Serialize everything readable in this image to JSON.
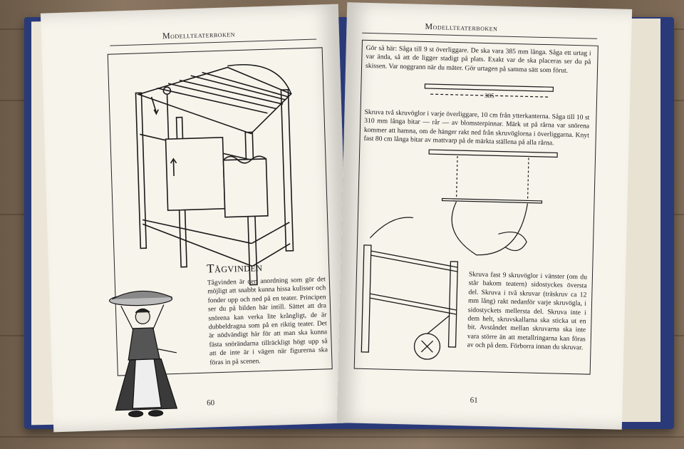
{
  "book": {
    "running_head_left": "Modellteaterboken",
    "running_head_right": "Modellteaterboken",
    "page_left_number": "60",
    "page_right_number": "61"
  },
  "left_page": {
    "heading": "Tågvinden",
    "paragraph": "Tågvinden är den anordning som gör det möjligt att snabbt kunna hissa kulisser och fonder upp och ned på en teater. Principen ser du på bilden här intill. Sättet att dra snörena kan verka lite krångligt, de är dubbeldragna som på en riktig teater. Det är nödvändigt här för att man ska kunna fästa snörändarna tillräckligt högt upp så att de inte är i vägen när figurerna ska föras in på scenen."
  },
  "right_page": {
    "step1": "Gör så här: Såga till 9 st överliggare. De ska vara 385 mm långa. Såga ett urtag i var ända, så att de ligger stadigt på plats. Exakt var de ska placeras ser du på skissen. Var noggrann när du mäter. Gör urtagen på samma sätt som förut.",
    "dimension_label": "385",
    "step2": "Skruva två skruvöglor i varje överliggare, 10 cm från ytterkanterna. Såga till 10 st 310 mm långa bitar — rår — av blomsterpinnar. Märk ut på rårna var snörena kommer att hamna, om de hänger rakt ned från skruvöglorna i överliggarna. Knyt fast 80 cm långa bitar av mattvarp på de märkta ställena på alla rårna.",
    "step3": "Skruva fast 9 skruvöglor i vänster (om du står bakom teatern) sidostyckes översta del. Skruva i två skruvar (träskruv ca 12 mm lång) rakt nedanför varje skruvögla, i sidostyckets mellersta del. Skruva inte i dem helt, skruvskallarna ska sticka ut en bit. Avståndet mellan skruvarna ska inte vara större än att metallringarna kan föras av och på dem. Förborra innan du skruvar."
  }
}
